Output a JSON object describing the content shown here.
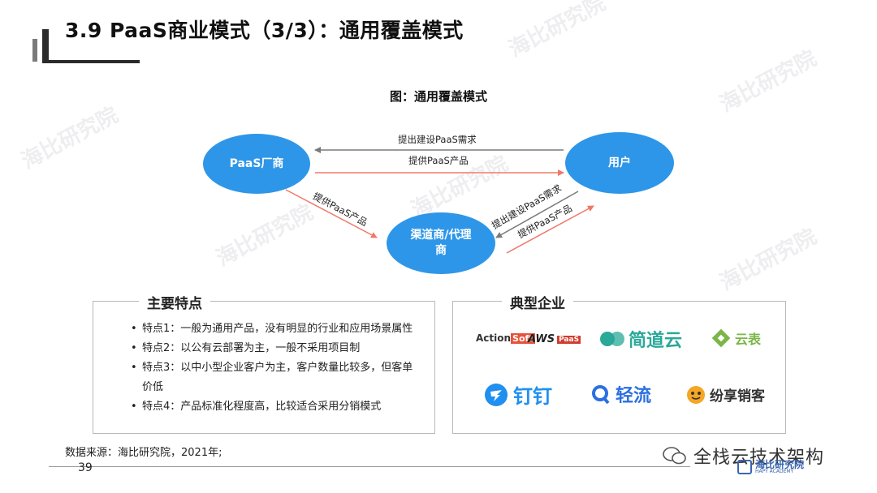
{
  "header": {
    "title": "3.9 PaaS商业模式（3/3）：通用覆盖模式"
  },
  "diagram": {
    "title": "图：通用覆盖模式",
    "nodes": {
      "vendor": "PaaS厂商",
      "user": "用户",
      "channel": "渠道商/代理商"
    },
    "arrows": {
      "user_to_vendor": "提出建设PaaS需求",
      "vendor_to_user": "提供PaaS产品",
      "vendor_to_channel": "提供PaaS产品",
      "user_to_channel": "提出建设PaaS需求",
      "channel_to_user": "提供PaaS产品"
    },
    "colors": {
      "node": "#2e96e8",
      "demand_arrow": "#7a7a7a",
      "supply_arrow": "#f07868"
    }
  },
  "features": {
    "title": "主要特点",
    "items": [
      "特点1：一般为通用产品，没有明显的行业和应用场景属性",
      "特点2：以公有云部署为主，一般不采用项目制",
      "特点3：以中小型企业客户为主，客户数量比较多，但客单价低",
      "特点4：产品标准化程度高，比较适合采用分销模式"
    ]
  },
  "enterprises": {
    "title": "典型企业",
    "logos": [
      {
        "name": "ActionSoft",
        "text_a": "Action",
        "text_b": "Soft",
        "icon": "actionsoft-logo"
      },
      {
        "name": "AWS PaaS",
        "text_a": "AWS",
        "text_b": "PaaS",
        "icon": "aws-paas-logo"
      },
      {
        "name": "简道云",
        "text": "简道云",
        "icon": "jiandaoyun-logo",
        "color": "#2aa898"
      },
      {
        "name": "云表",
        "text": "云表",
        "icon": "yunbiao-logo",
        "color": "#7ab648"
      },
      {
        "name": "钉钉",
        "text": "钉钉",
        "icon": "dingtalk-logo",
        "color": "#1f8ff0"
      },
      {
        "name": "轻流",
        "text": "轻流",
        "icon": "qingflow-logo",
        "color": "#2c6fe0"
      },
      {
        "name": "纷享销客",
        "text": "纷享销客",
        "icon": "fxiaoke-logo",
        "color": "#f5a623"
      }
    ]
  },
  "footer": {
    "source": "数据来源：海比研究院，2021年;",
    "page": "39",
    "wechat": "全栈云技术架构",
    "brand": "海比研究院",
    "brand_sub": "HAPY ACADEMY"
  },
  "watermark": {
    "text": "海比研究院"
  }
}
